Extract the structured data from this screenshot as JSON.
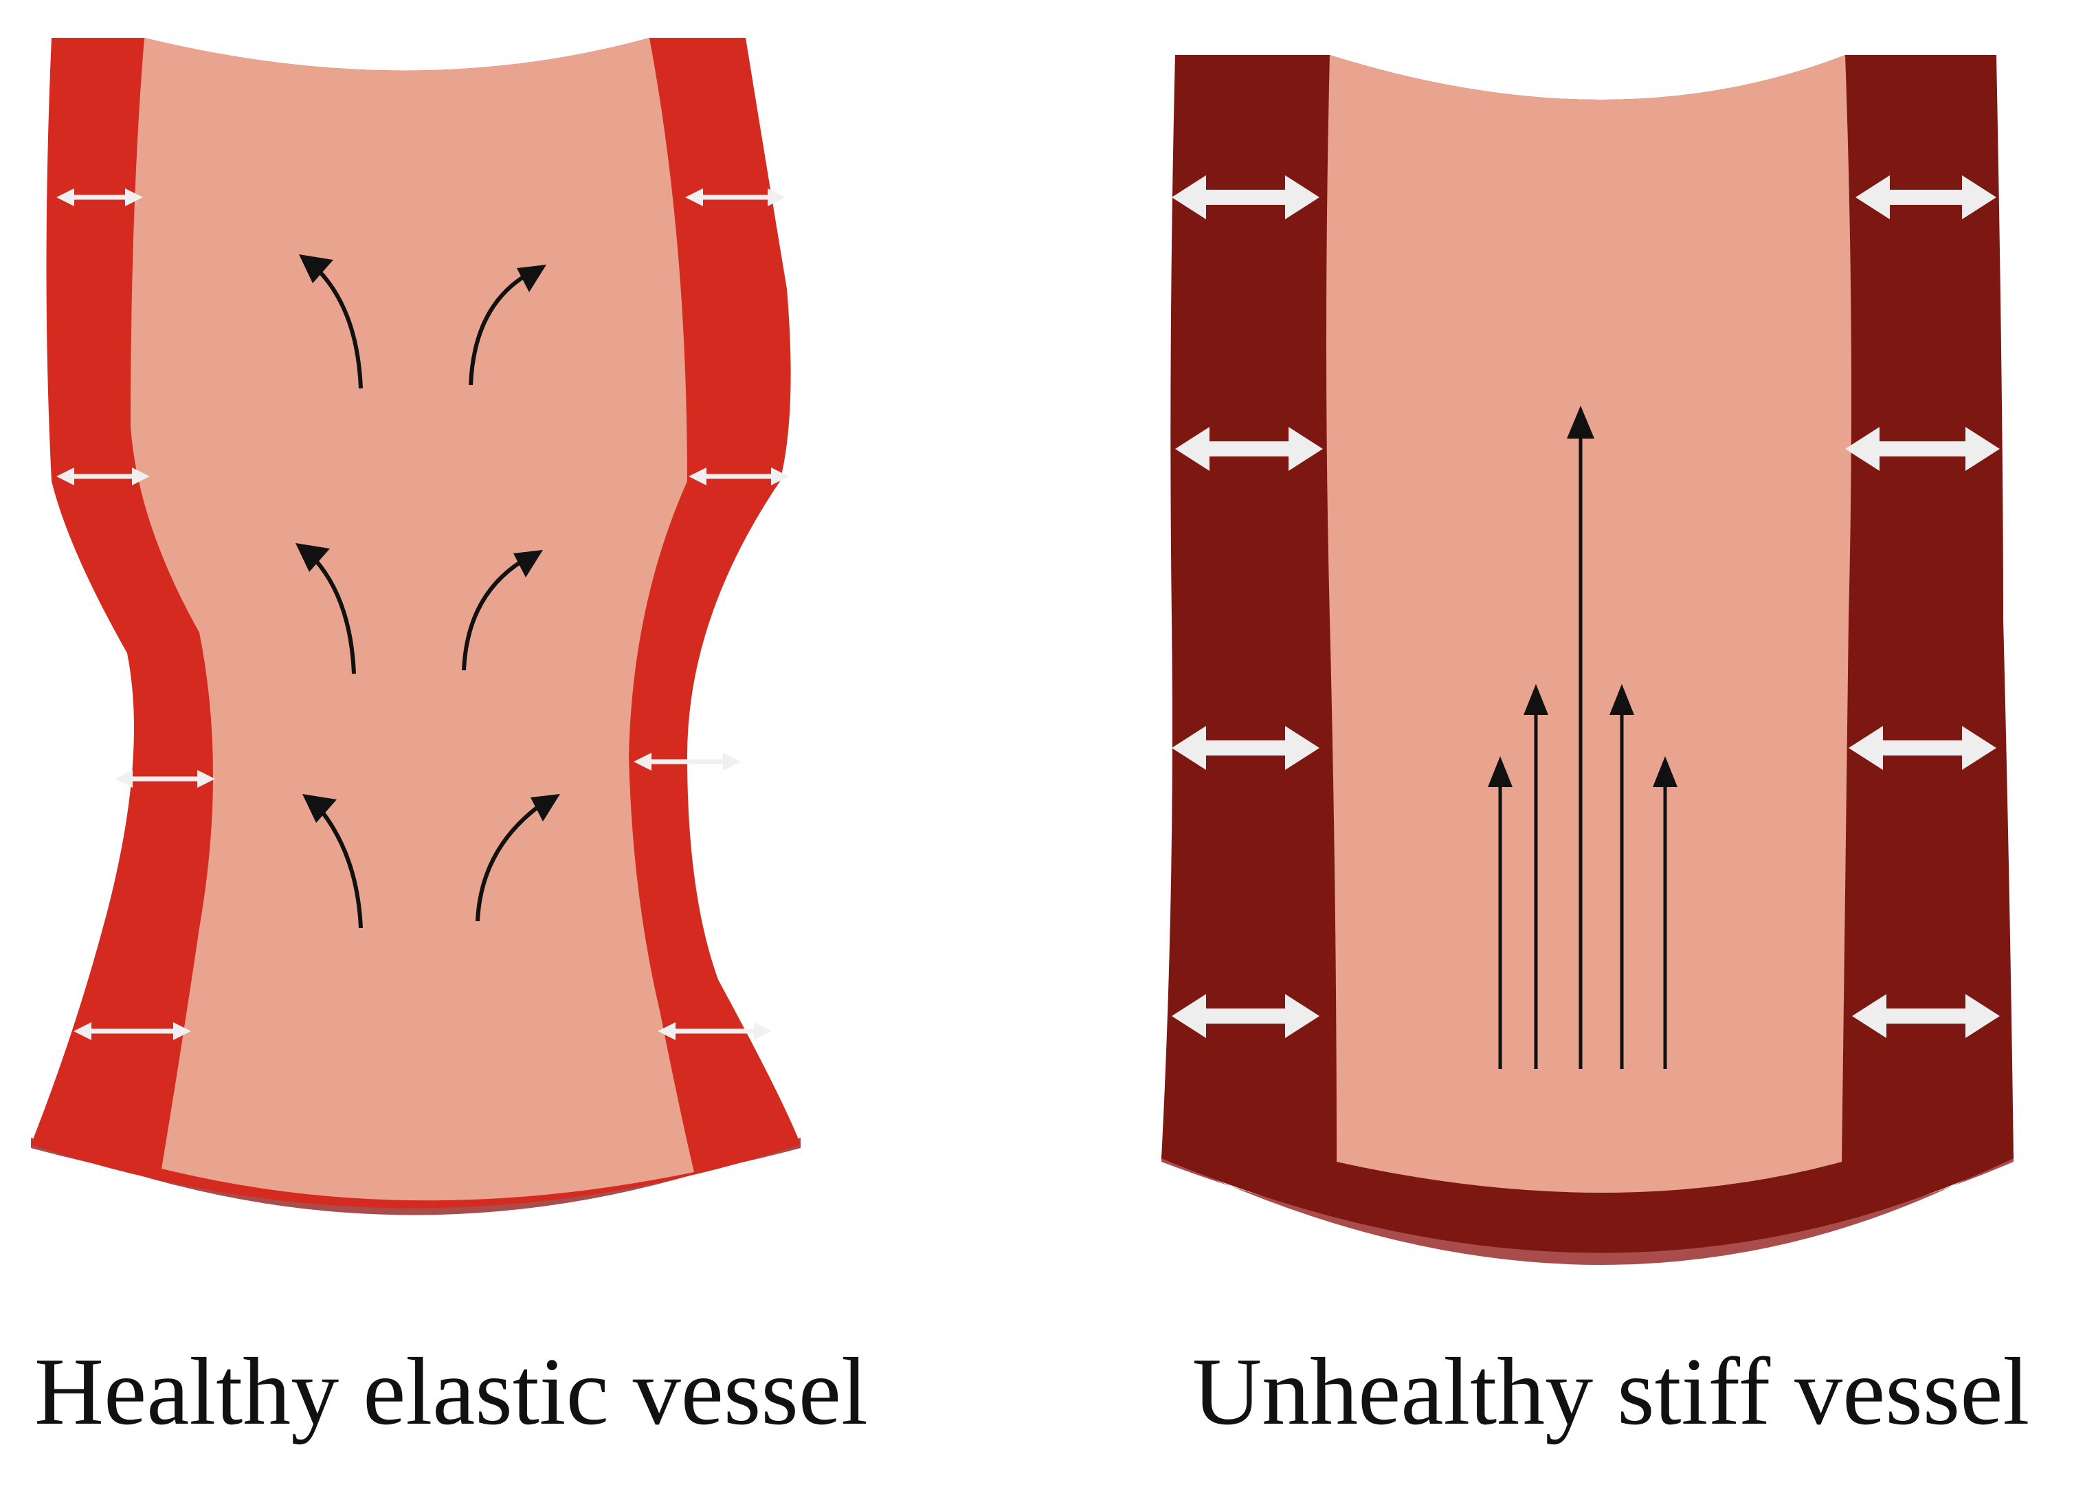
{
  "panels": [
    {
      "id": "healthy",
      "caption": "Healthy elastic vessel",
      "wall_color": "#D42A1F",
      "lumen_color": "#E8A48E",
      "base_color": "#A84C4C",
      "icon": "curved-flow-arrows"
    },
    {
      "id": "unhealthy",
      "caption": "Unhealthy stiff vessel",
      "wall_color": "#7D1712",
      "lumen_color": "#E8A48E",
      "base_color": "#A84C4C",
      "icon": "straight-flow-arrows"
    }
  ],
  "colors": {
    "wall_arrow": "#F0F0F0",
    "flow_arrow": "#111111",
    "background": "#FFFFFF"
  }
}
